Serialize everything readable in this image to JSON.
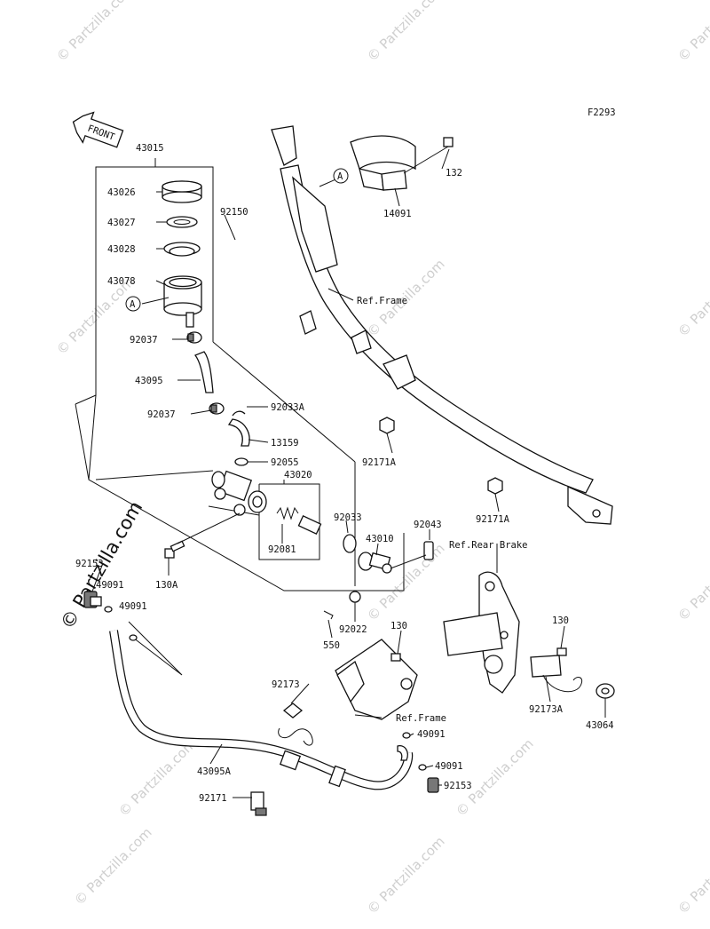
{
  "diagram_code": "F2293",
  "front_label": "FRONT",
  "watermark": "© Partzilla.com",
  "ref_labels": {
    "frame_upper": "Ref.Frame",
    "rear_brake": "Ref.Rear Brake",
    "frame_lower": "Ref.Frame"
  },
  "callout_letter": "A",
  "parts": {
    "p43015": "43015",
    "p43026": "43026",
    "p43027": "43027",
    "p43028": "43028",
    "p43078": "43078",
    "p92150": "92150",
    "p92037a": "92037",
    "p43095": "43095",
    "p92037b": "92037",
    "p92033A": "92033A",
    "p13159": "13159",
    "p92055": "92055",
    "p43020": "43020",
    "p92033": "92033",
    "p92081": "92081",
    "p43010": "43010",
    "p92043": "92043",
    "p130A": "130A",
    "p92153a": "92153",
    "p49091a": "49091",
    "p49091b": "49091",
    "p92022": "92022",
    "p550": "550",
    "p130a": "130",
    "p92173": "92173",
    "p43095A": "43095A",
    "p92171": "92171",
    "p49091c": "49091",
    "p49091d": "49091",
    "p92153b": "92153",
    "p132": "132",
    "p14091": "14091",
    "p92171A_a": "92171A",
    "p92171A_b": "92171A",
    "p130b": "130",
    "p92173A": "92173A",
    "p43064": "43064"
  }
}
